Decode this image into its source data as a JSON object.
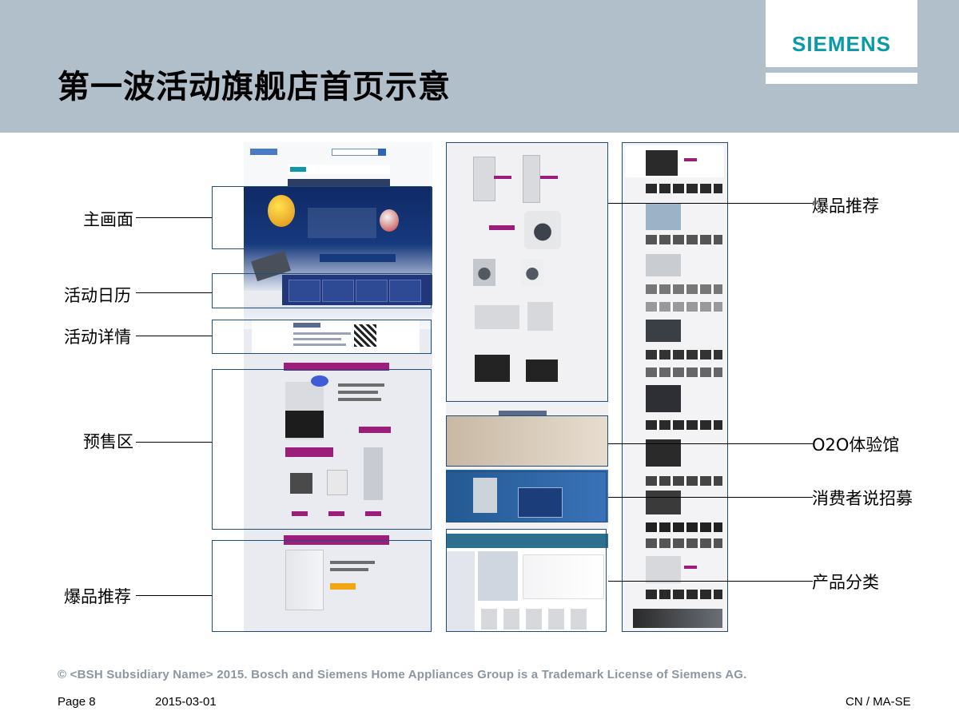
{
  "slide": {
    "title": "第一波活动旗舰店首页示意",
    "brand_logo": "SIEMENS",
    "colors": {
      "header_band": "#b1bfcb",
      "brand_teal": "#099aa5",
      "frame_border": "#1f4e79",
      "promo_magenta": "#9b1f7a",
      "footer_gray": "#8c96a2"
    }
  },
  "callouts": {
    "left": [
      "主画面",
      "活动日历",
      "活动详情",
      "预售区",
      "爆品推荐"
    ],
    "right": [
      "爆品推荐",
      "O2O体验馆",
      "消费者说招募",
      "产品分类"
    ]
  },
  "footer": {
    "copyright": "© <BSH Subsidiary Name> 2015. Bosch and Siemens Home Appliances Group is a Trademark License of Siemens AG.",
    "page": "Page 8",
    "date": "2015-03-01",
    "region": "CN / MA-SE"
  }
}
